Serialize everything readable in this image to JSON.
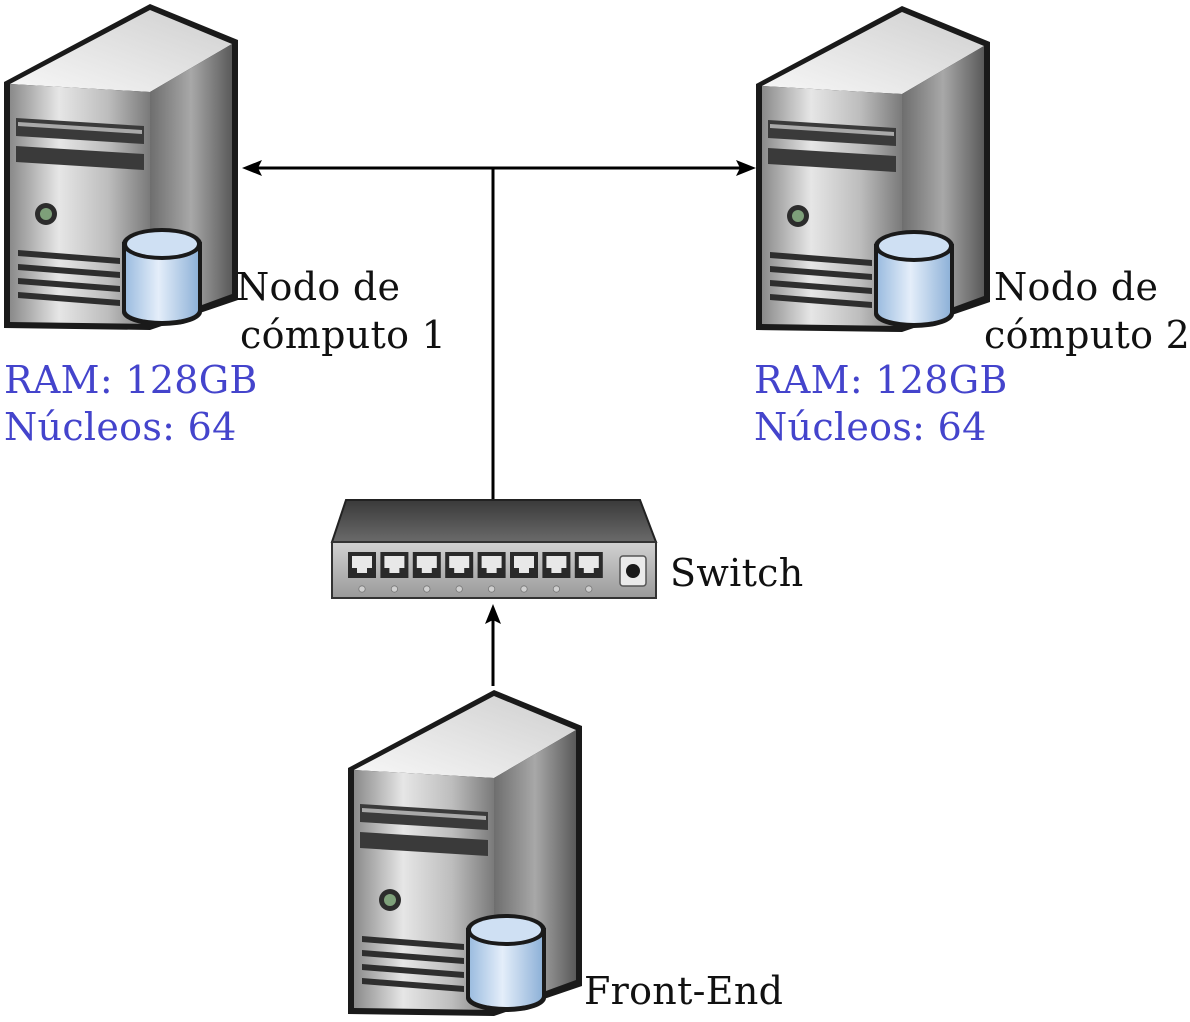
{
  "nodes": {
    "node1": {
      "name_line1": "Nodo de",
      "name_line2": "cómputo 1",
      "ram": "RAM: 128GB",
      "cores": "Núcleos: 64"
    },
    "node2": {
      "name_line1": "Nodo de",
      "name_line2": "cómputo 2",
      "ram": "RAM: 128GB",
      "cores": "Núcleos: 64"
    },
    "frontend": {
      "name": "Front-End"
    }
  },
  "switch": {
    "label": "Switch",
    "port_count": 8
  },
  "colors": {
    "spec_text": "#4444cc",
    "line": "#000000",
    "disk": "#a9c8e8",
    "switch_body": "#4a4a4a"
  }
}
